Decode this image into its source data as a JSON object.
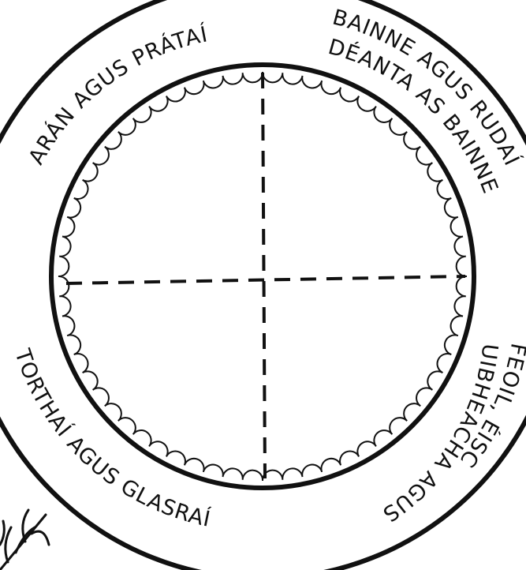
{
  "plate": {
    "colors": {
      "ink": "#111111",
      "background": "#ffffff"
    },
    "sections": [
      {
        "id": "bread",
        "lines": [
          "ARÁN AGUS PRÁTAÍ"
        ]
      },
      {
        "id": "dairy",
        "lines": [
          "BAINNE AGUS RUDAÍ",
          "DÉANTA AS BAINNE"
        ]
      },
      {
        "id": "protein",
        "lines": [
          "FEOIL, ÉISC",
          "UIBHEACHA AGUS"
        ]
      },
      {
        "id": "fruit-veg",
        "lines": [
          "TORTHAÍ AGUS GLASRAÍ"
        ]
      }
    ]
  }
}
